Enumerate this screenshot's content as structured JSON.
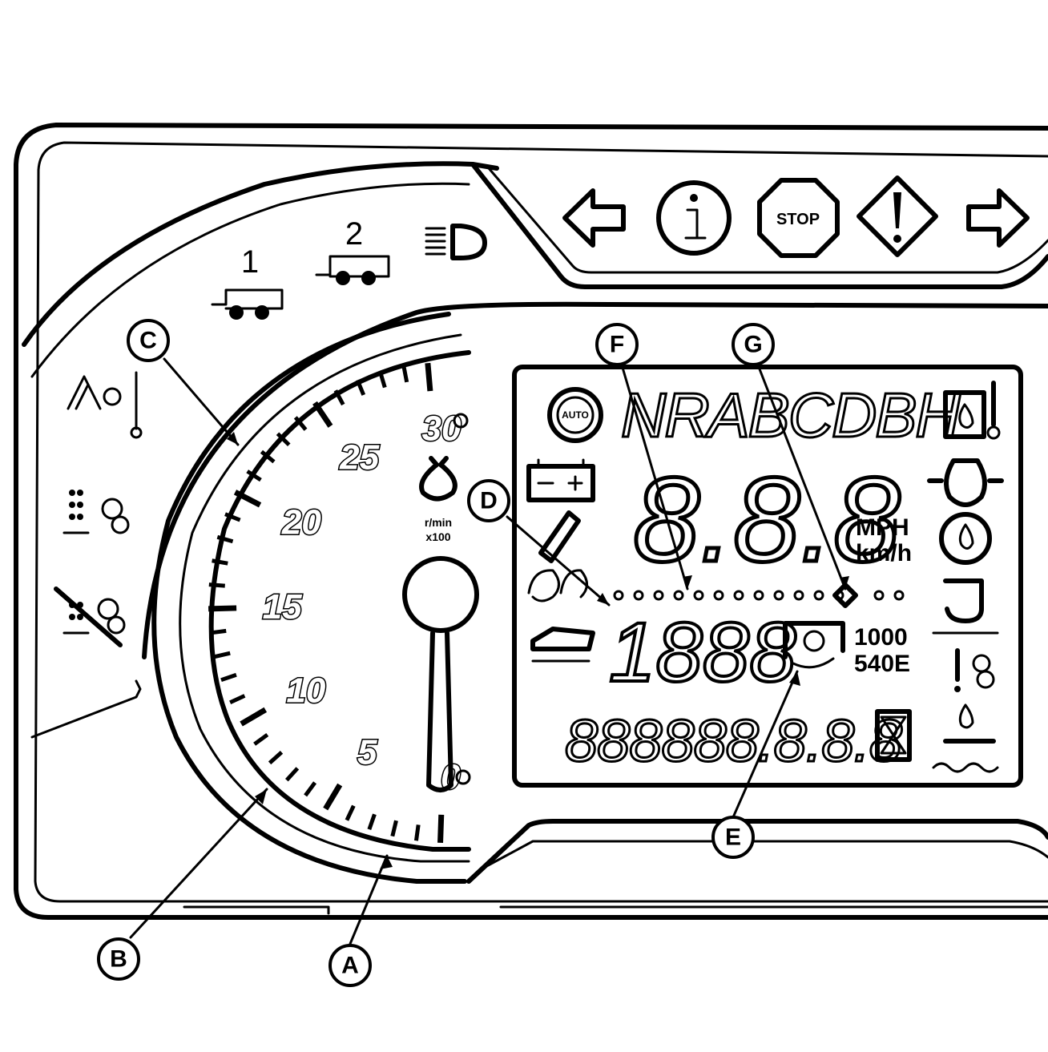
{
  "tachometer": {
    "scale_labels": [
      "30",
      "25",
      "20",
      "15",
      "10",
      "5",
      "0"
    ],
    "unit_line1": "r/min",
    "unit_line2": "x100"
  },
  "warning_panel": {
    "icons": [
      "left-arrow-icon",
      "info-icon",
      "stop-icon",
      "warning-diamond-icon",
      "right-arrow-icon"
    ],
    "stop_label": "STOP"
  },
  "trailer_icons": {
    "trailer1_label": "1",
    "trailer2_label": "2"
  },
  "lcd": {
    "auto_badge": "AUTO",
    "alpha_display": "NRABCDBH",
    "speed_display": "8.8.8",
    "speed_units": {
      "mph": "MPH",
      "kmh": "km/h"
    },
    "pto_display": "1888",
    "pto_speeds": {
      "primary": "1000",
      "economy": "540E"
    },
    "odometer_display": "888888.8.8.8"
  },
  "callouts": [
    "A",
    "B",
    "C",
    "D",
    "E",
    "F",
    "G"
  ]
}
